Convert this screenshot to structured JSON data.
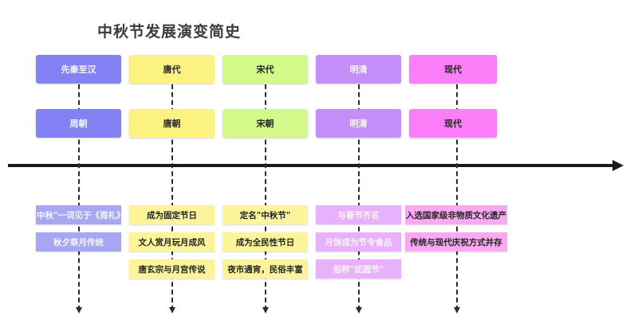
{
  "title": "中秋节发展演变简史",
  "colors": {
    "purple": "#8282f5",
    "yellow": "#fbf282",
    "green": "#d3f98a",
    "lightpurple": "#c38ef7",
    "magenta": "#fc7ef8",
    "detail_purple": "#a6a6f2",
    "detail_yellow": "#fbf49a",
    "detail_green": "#e0fba8",
    "detail_lightpurple": "#e9b0fb",
    "detail_pink": "#f9a8f2",
    "axis": "#1a1a1a",
    "title_text": "#3c3c3c",
    "dark_text": "#262626",
    "light_text": "#f5f5f5"
  },
  "timeline": {
    "axis_label": "timeline-axis",
    "arrow_direction": "right"
  },
  "periods": [
    {
      "id": "pre-qin-han",
      "era_label": "先秦至汉",
      "dynasty_label": "周朝",
      "color": "#8282f5",
      "detail_color": "#a6a6f2",
      "text_color": "#f5f5f5",
      "details": [
        "\"中秋\"一词见于《周礼》",
        "秋夕祭月传统"
      ]
    },
    {
      "id": "tang",
      "era_label": "唐代",
      "dynasty_label": "唐朝",
      "color": "#fbf282",
      "detail_color": "#fbf49a",
      "text_color": "#262626",
      "details": [
        "成为固定节日",
        "文人赏月玩月成风",
        "唐玄宗与月宫传说"
      ]
    },
    {
      "id": "song",
      "era_label": "宋代",
      "dynasty_label": "宋朝",
      "color": "#d3f98a",
      "detail_color": "#fbf49a",
      "text_color": "#262626",
      "details": [
        "定名\"中秋节\"",
        "成为全民性节日",
        "夜市通宵，民俗丰富"
      ]
    },
    {
      "id": "ming-qing",
      "era_label": "明清",
      "dynasty_label": "明清",
      "color": "#c38ef7",
      "detail_color": "#e9b0fb",
      "text_color": "#f5f5f5",
      "details": [
        "与春节齐名",
        "月饼成为节令食品",
        "俗称\"团圆节\""
      ]
    },
    {
      "id": "modern",
      "era_label": "现代",
      "dynasty_label": "现代",
      "color": "#fc7ef8",
      "detail_color": "#f9a8f2",
      "text_color": "#262626",
      "details": [
        "入选国家级非物质文化遗产",
        "传统与现代庆祝方式并存"
      ]
    }
  ],
  "layout": {
    "column_x": [
      45,
      162,
      279,
      396,
      513
    ],
    "column_w": [
      107,
      107,
      107,
      107,
      110
    ],
    "detail_x": [
      45,
      162,
      279,
      396,
      508
    ],
    "detail_w": [
      107,
      107,
      107,
      107,
      128
    ],
    "connector_x": [
      98,
      215,
      332,
      449,
      572
    ]
  }
}
